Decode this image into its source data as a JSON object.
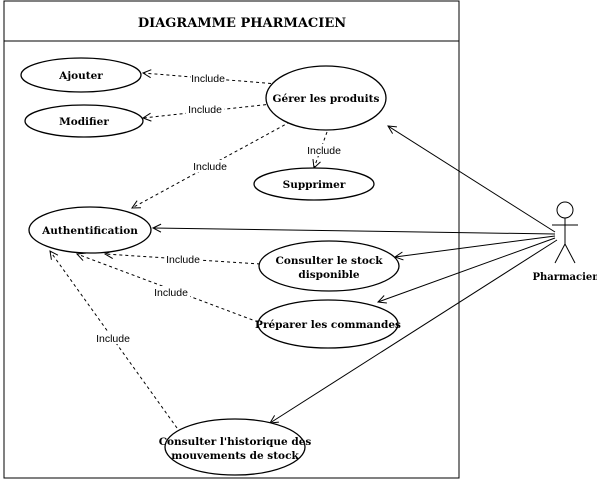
{
  "diagram": {
    "title": "DIAGRAMME PHARMACIEN",
    "actor": {
      "name": "Pharmacien"
    },
    "use_cases": {
      "ajouter": "Ajouter",
      "modifier": "Modifier",
      "gerer": "Gérer les produits",
      "supprimer": "Supprimer",
      "auth": "Authentification",
      "consulter_stock_1": "Consulter le stock",
      "consulter_stock_2": "disponible",
      "preparer": "Préparer les commandes",
      "historique_1": "Consulter l'historique des",
      "historique_2": "mouvements de stock"
    },
    "relation_label": "Include"
  }
}
